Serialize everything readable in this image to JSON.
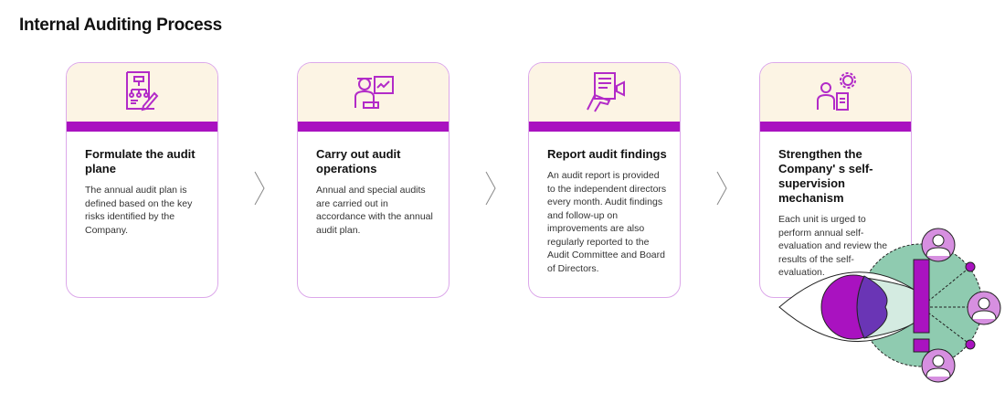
{
  "title": "Internal Auditing Process",
  "steps": [
    {
      "title": "Formulate the audit plane",
      "desc": "The annual audit plan is defined based on the key risks identified by the Company.",
      "icon": "audit-plan-icon"
    },
    {
      "title": "Carry out audit operations",
      "desc": "Annual and special audits are carried out in accordance with the annual audit plan.",
      "icon": "audit-operations-icon"
    },
    {
      "title": "Report audit findings",
      "desc": "An audit report is provided to the independent directors every month. Audit findings and follow-up on improvements are also regularly reported to the Audit Committee and Board of Directors.",
      "icon": "report-icon"
    },
    {
      "title": "Strengthen the Company' s self-supervision mechanism",
      "desc": "Each unit is urged to perform annual self-evaluation and review the results of the self- evaluation.",
      "icon": "self-supervision-icon"
    }
  ],
  "colors": {
    "accent": "#a912c0",
    "header": "#fcf4e4",
    "green": "#8fcbb0"
  }
}
